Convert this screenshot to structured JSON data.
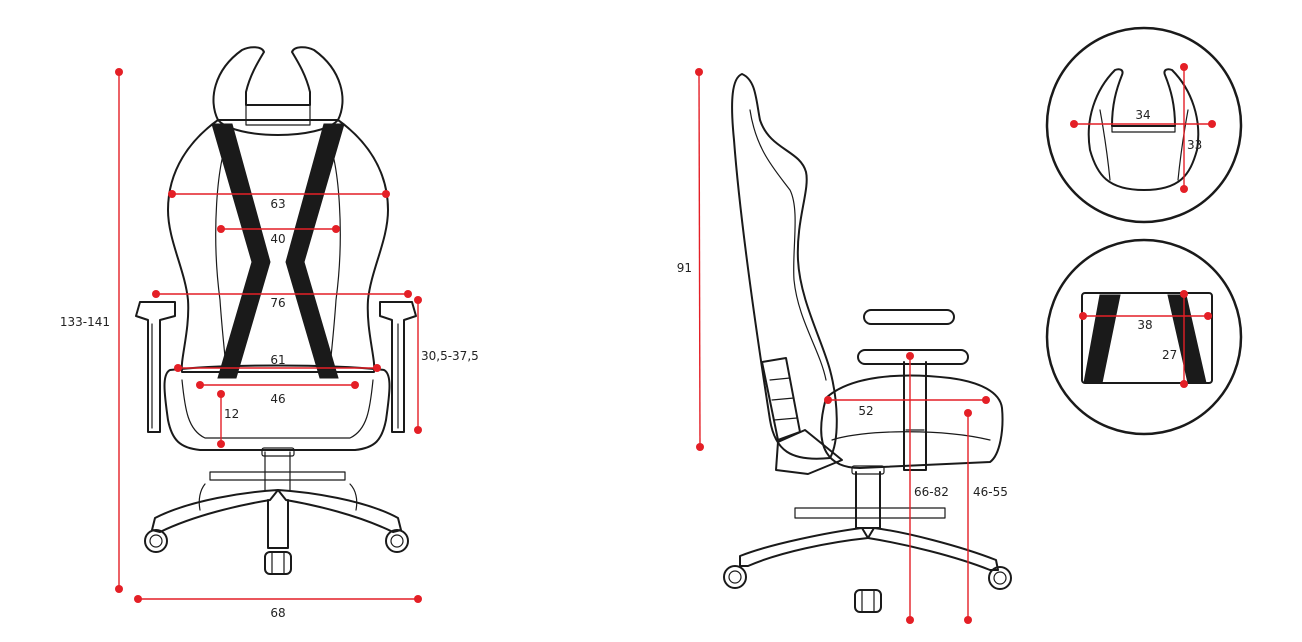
{
  "colors": {
    "dimension_line": "#e41f26",
    "outline": "#1a1a1a",
    "stripe": "#1a1a1a",
    "background": "#ffffff"
  },
  "front_view": {
    "overall_height": "133-141",
    "width": "68",
    "backrest_width": "63",
    "backrest_inner_width": "40",
    "armrest_span": "76",
    "seat_width_outer": "61",
    "seat_width_inner": "46",
    "seat_cushion_height": "12",
    "armrest_height": "30,5-37,5"
  },
  "side_view": {
    "backrest_height": "91",
    "seat_depth": "52",
    "armrest_floor_height": "66-82",
    "seat_floor_height": "46-55"
  },
  "headrest_detail": {
    "width": "34",
    "height": "33"
  },
  "lumbar_detail": {
    "width": "38",
    "height": "27"
  }
}
